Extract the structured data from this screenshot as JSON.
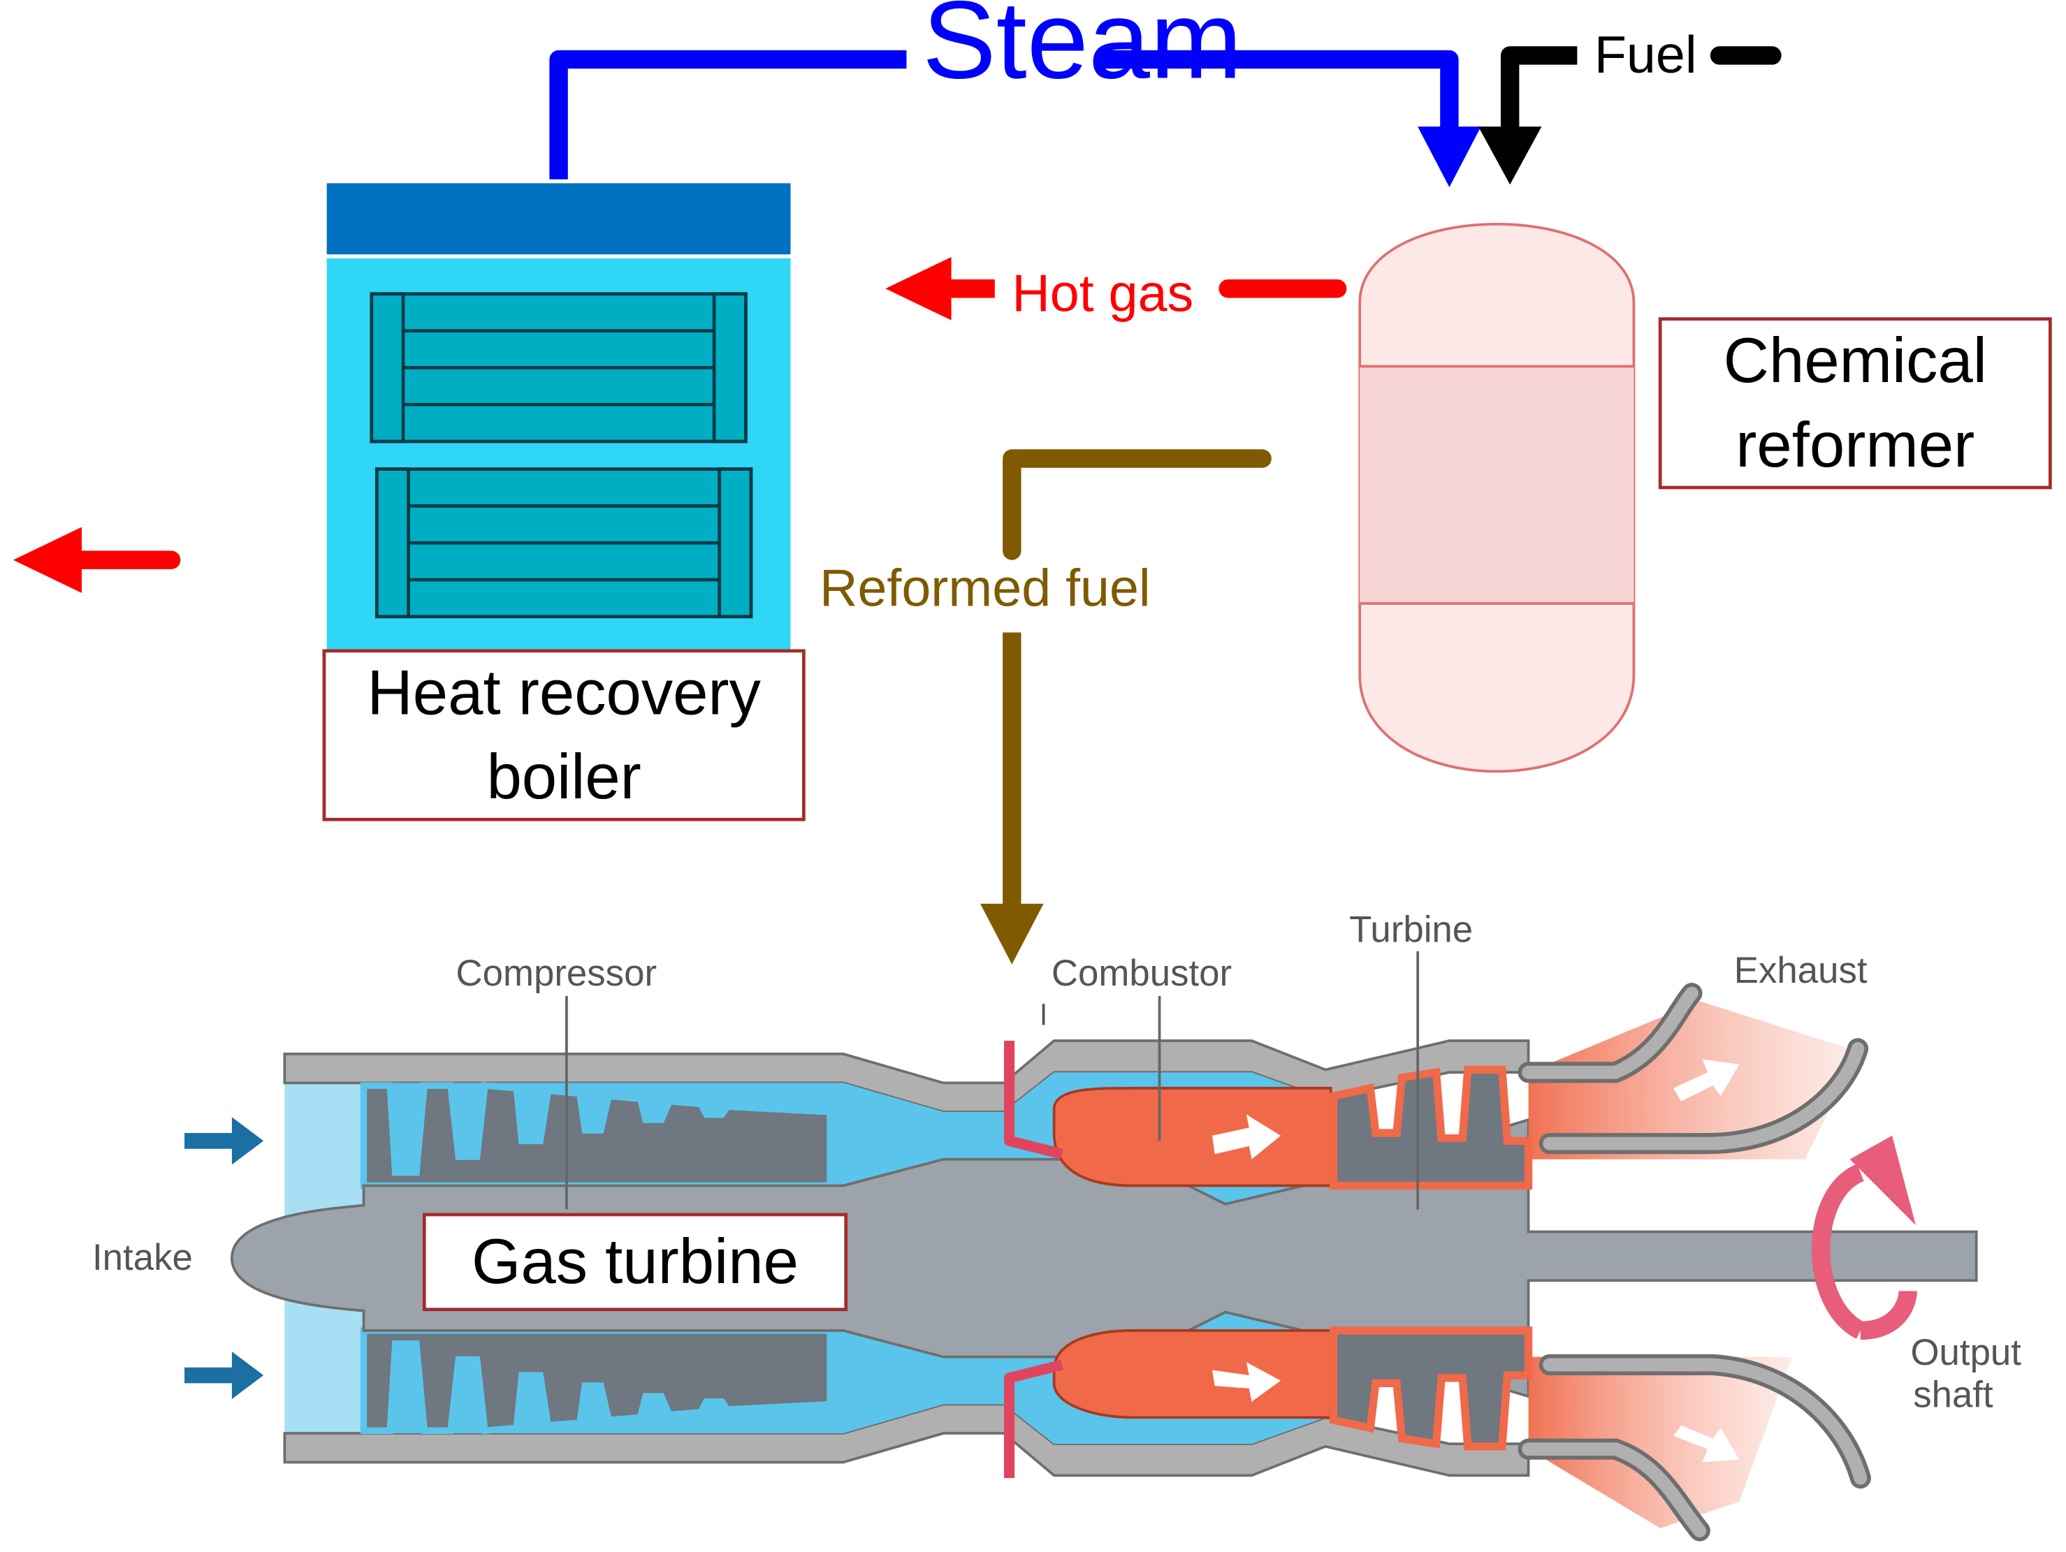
{
  "flow_labels": {
    "steam": "Steam",
    "fuel": "Fuel",
    "hot_gas": "Hot gas",
    "reformed_fuel": "Reformed fuel"
  },
  "boxes": {
    "boiler_line1": "Heat recovery",
    "boiler_line2": "boiler",
    "reformer_line1": "Chemical",
    "reformer_line2": "reformer",
    "gas_turbine": "Gas turbine"
  },
  "turbine_labels": {
    "compressor": "Compressor",
    "combustor": "Combustor",
    "turbine": "Turbine",
    "exhaust": "Exhaust",
    "intake": "Intake",
    "output_line1": "Output",
    "output_line2": "shaft"
  },
  "colors": {
    "steam": "#0000ff",
    "fuel": "#000000",
    "hot_gas": "#ff0000",
    "reformed_fuel": "#7f5a00",
    "boiler_top": "#0070c0",
    "boiler_body": "#2fd6f5",
    "tube": "#00aec4",
    "box_border": "#a52a2a",
    "reformer_fill": "#fde8e8",
    "reformer_stroke": "#e07070",
    "casing": "#b0b0b0",
    "casing_stroke": "#6e6e6e",
    "cold_air": "#5bc4ea",
    "hot_section": "#f06a4a",
    "shaft": "#9ca3ab",
    "intake_arrow": "#1b6fa3",
    "rotation_arrow": "#e85d7a"
  }
}
